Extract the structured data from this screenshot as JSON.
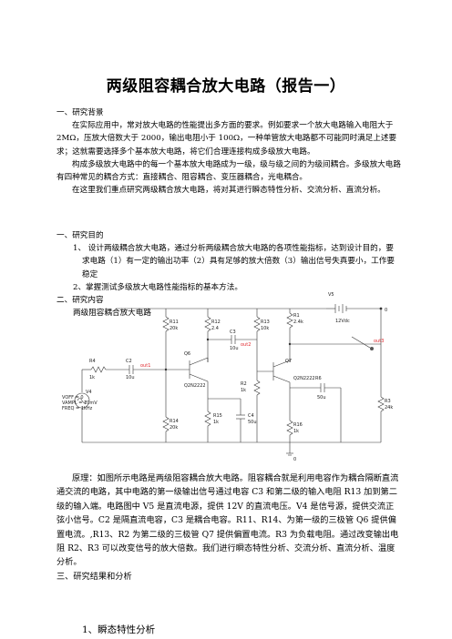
{
  "title": "两级阻容耦合放大电路（报告一）",
  "sections": {
    "s1_heading": "一、研究背景",
    "s1_p1": "在实际应用中，常对放大电路的性能提出多方面的要求。例如要求一个放大电路输入电阻大于 2MΩ，压放大倍数大于 2000，输出电阻小于 100Ω，一种单管放大电路都不可能同时满足上述要求；这就需要选择多个基本放大电路，将它们合理连接构成多级放大电路。",
    "s1_p2": "构成多级放大电路中的每一个基本放大电路成为一级，级与级之间的为级间耦合。多级放大电路有四种常见的耦合方式：直接耦合、阻容耦合、变压器耦合，光电耦合。",
    "s1_p3": "在这里我们重点研究两级耦合放大电路，将对其进行瞬态特性分析、交流分析、直流分析。",
    "s2_heading": "一、研究目的",
    "s2_item1": "1、 设计两级耦合放大电路，通过分析两级耦合放大电路的各项性能指标，达到设计目的，要求电路（1）有一定的输出功率（2）具有足够的放大倍数（3）输出信号失真要小，工作要稳定",
    "s2_item2": "2、掌握测试多级放大电路性能指标的基本方法。",
    "s3_heading": "二、研究内容",
    "s3_sub": "两级阻容耦合放大电路",
    "principle": "原理：如图所示电路是两级阻容耦合放大电路。阻容耦合就是利用电容作为耦合隔断直流通交流的电路，其中电路的第一级输出信号通过电容 C3 和第二级的输入电阻 R13 加到第二级的输入端。电路图中 V5 是直流电源，提供 12V 的直流电压。V4 是信号源，提供交流正弦小信号。C2 是隔直流电容，C3 是耦合电容。R11、R14、为第一级的三极管 Q6 提供偏置电流。,R13、R2 为第二级的三极管 Q7 提供偏置电流。R3 为负载电阻。通过改变输出电阻 R2、R3 可以改变信号的放大倍数。我们进行瞬态特性分析、交流分析、直流分析、温度分析。",
    "s4_heading": "三、研究结果和分析",
    "s4_item1": "1、瞬态特性分析"
  },
  "circuit": {
    "V5": "V5",
    "V5_val": "12Vdc",
    "R11": "R11",
    "R11_val": "20k",
    "R12": "R12",
    "R12_val": "2.4",
    "R13": "R13",
    "R13_val": "10k",
    "R1": "R1",
    "R1_val": "2.4k",
    "C3": "C3",
    "C3_val": "10u",
    "R4": "R4",
    "R4_val": "1k",
    "C2": "C2",
    "C2_val": "10u",
    "Q6": "Q6",
    "Q6_part": "Q2N2222",
    "Q7": "Q7",
    "Q7_part": "Q2N2222",
    "R6": "R6",
    "C_R6_val": "50u",
    "R2": "R2",
    "R2_val": "1k",
    "R16": "R16",
    "R16_val": "1k",
    "R3": "R3",
    "R3_val": "24k",
    "R14": "R14",
    "R14_val": "20k",
    "R15": "R15",
    "R15_val": "1k",
    "C4": "C4",
    "C4_val": "50u",
    "V4": "V4",
    "V4_params": [
      "VOFF = 0",
      "VAMPL = 10mV",
      "FREQ = 1kHz"
    ],
    "net_out1": "out1",
    "net_out2": "out2",
    "net_out3": "out3",
    "ground": "0",
    "node0": "0"
  }
}
